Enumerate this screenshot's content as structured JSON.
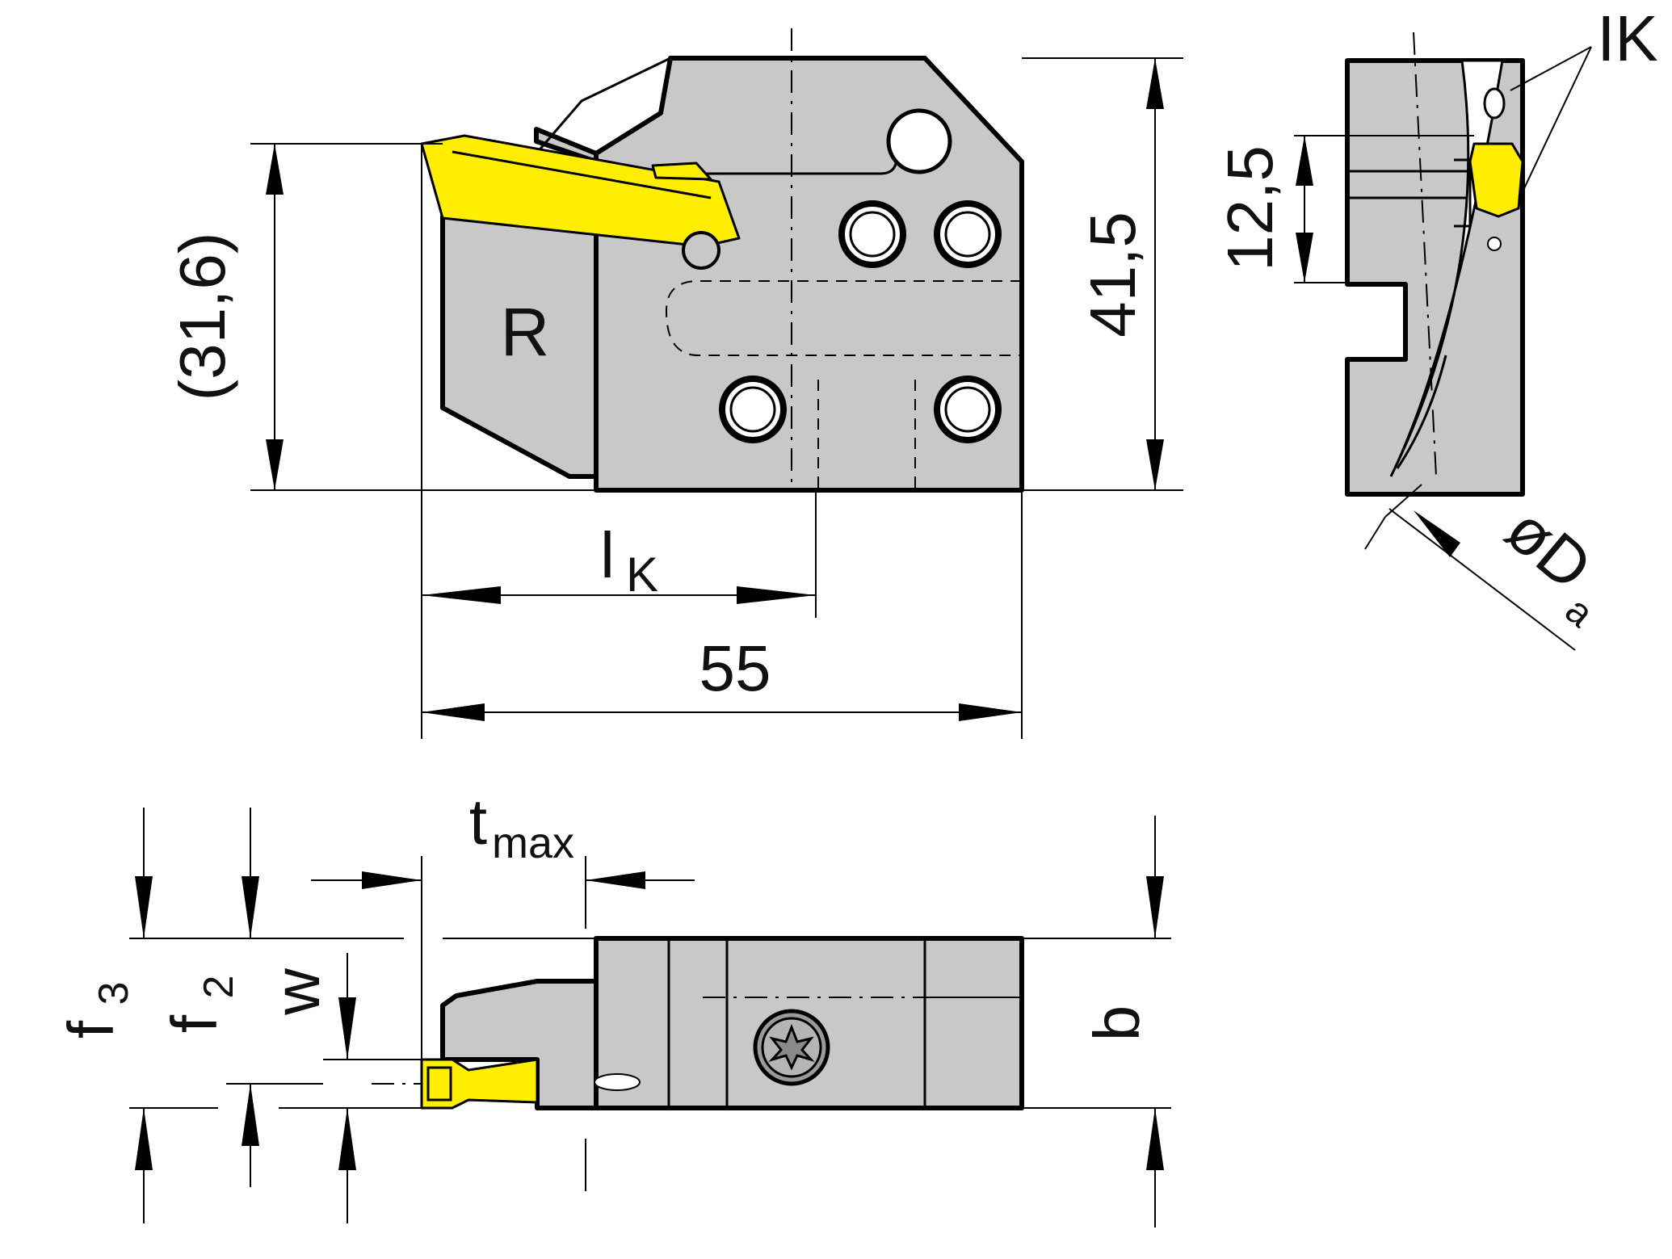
{
  "labels": {
    "side_label": "R",
    "dim_height_total": "41,5",
    "dim_height_ref": "(31,6)",
    "dim_lk_main": "l",
    "dim_lk_sub": "K",
    "dim_length": "55",
    "dim_12_5": "12,5",
    "dim_ik": "IK",
    "dim_da_main": "øD",
    "dim_da_sub": "a",
    "dim_tmax_main": "t",
    "dim_tmax_sub": "max",
    "dim_f3_main": "f",
    "dim_f3_sub": "3",
    "dim_f2_main": "f",
    "dim_f2_sub": "2",
    "dim_w": "w",
    "dim_b": "b"
  },
  "colors": {
    "body": "#c8c8c8",
    "insert": "#ffee00",
    "line": "#000000"
  }
}
